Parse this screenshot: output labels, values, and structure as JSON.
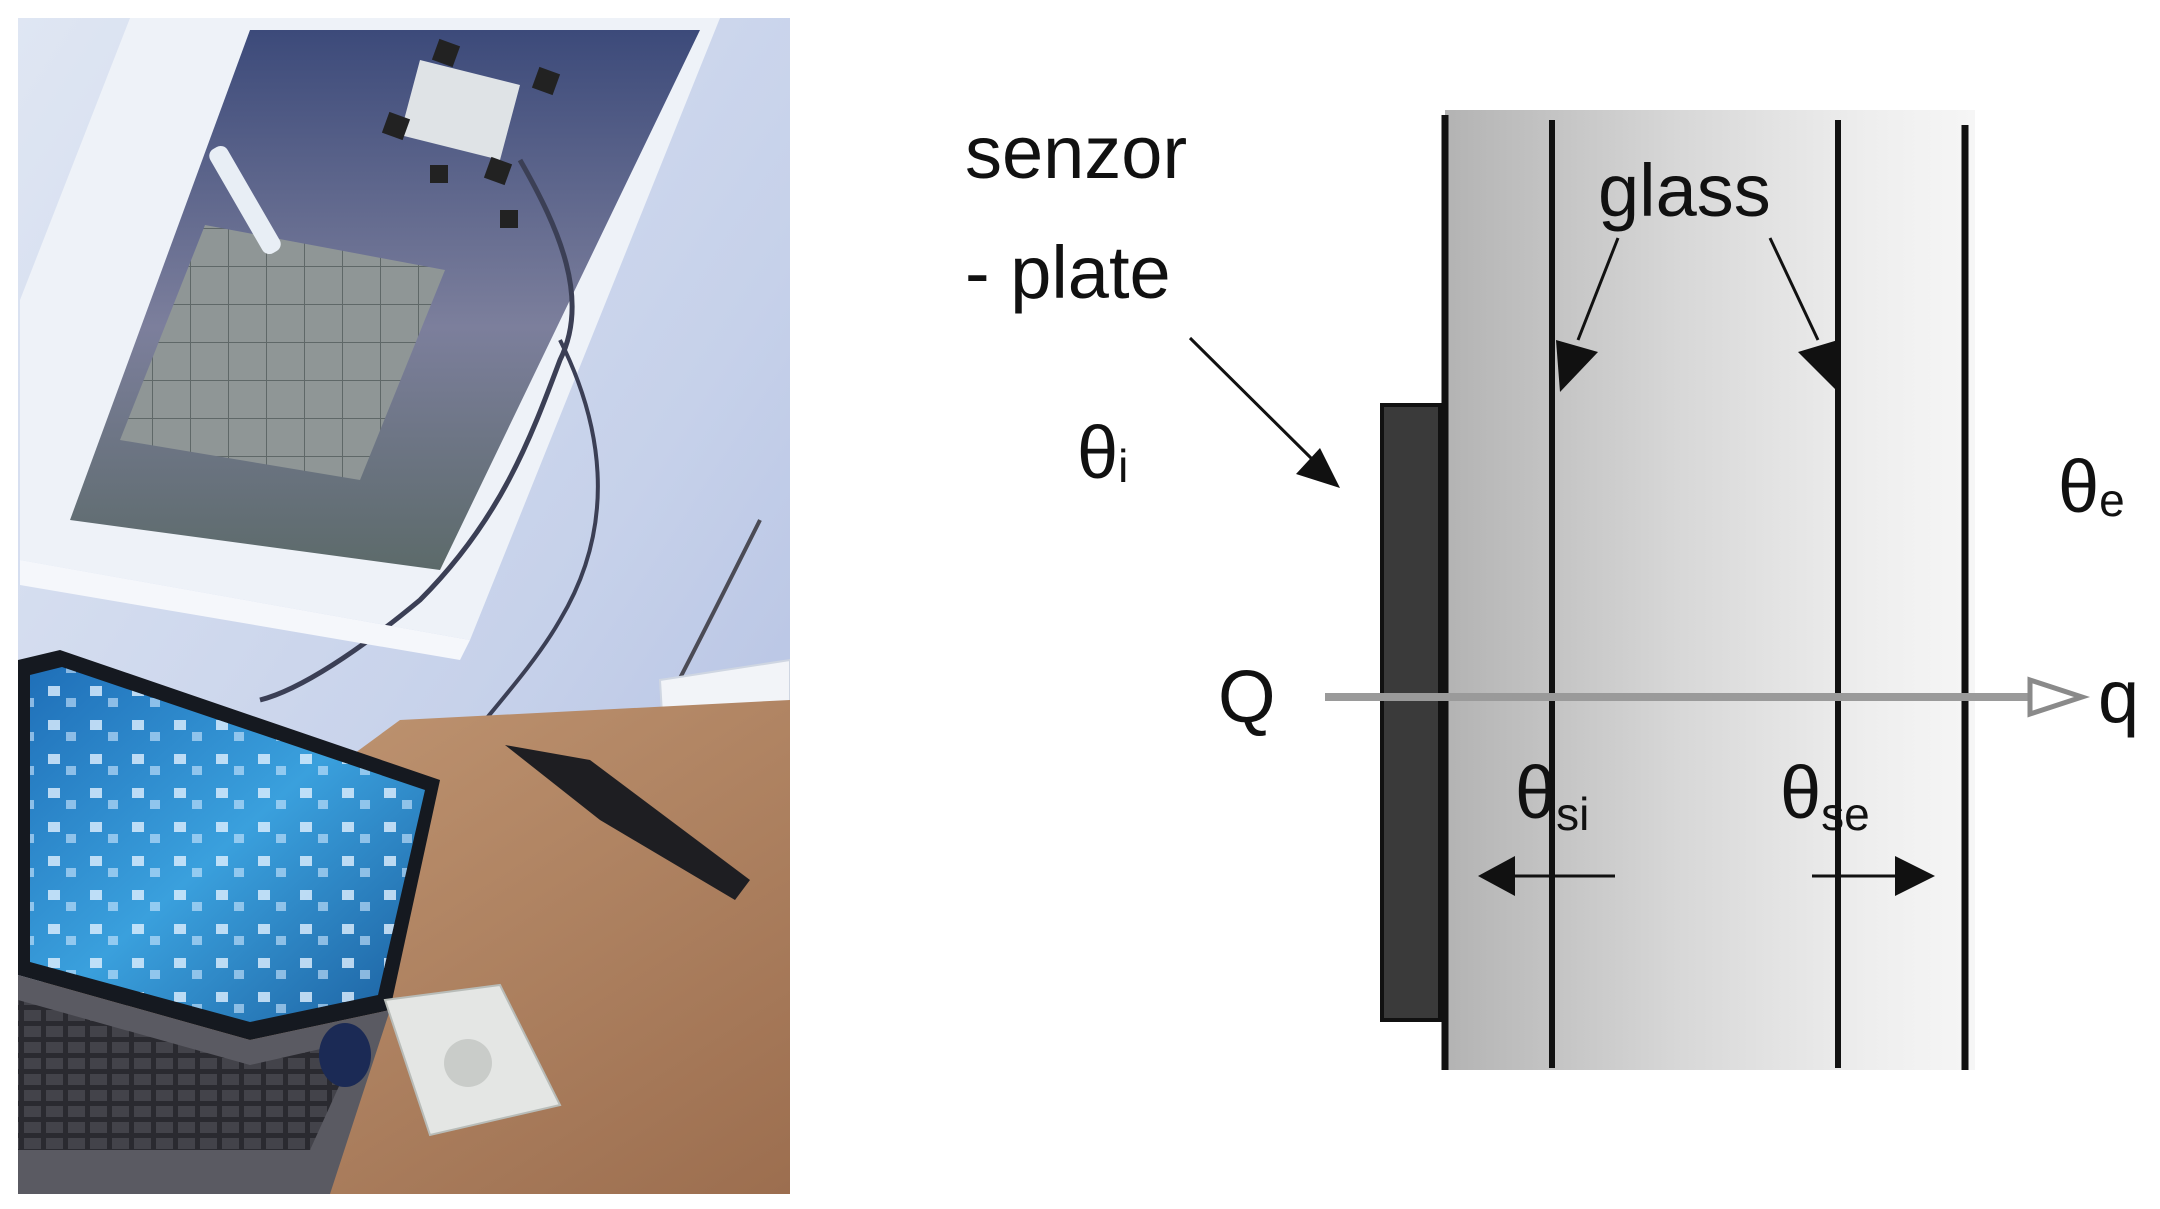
{
  "photo": {
    "subject": "measurement-setup-photo",
    "screen_color": "#2f8fd0",
    "wall_color": "#c9d4ea",
    "window_frame_color": "#eef2f8",
    "sky_color": "#41507e",
    "desk_color": "#b5835d"
  },
  "diagram": {
    "sensor_label_line1": "senzor",
    "sensor_label_line2": "- plate",
    "glass_label": "glass",
    "theta_i": {
      "symbol": "θ",
      "sub": "i"
    },
    "theta_e": {
      "symbol": "θ",
      "sub": "e"
    },
    "theta_si": {
      "symbol": "θ",
      "sub": "si"
    },
    "theta_se": {
      "symbol": "θ",
      "sub": "se"
    },
    "q_in": "Q",
    "q_out": "q",
    "colors": {
      "line": "#111111",
      "sensor_plate": "#3a3a3a",
      "glass_fill_dark": "#b8b8b8",
      "glass_fill_light": "#f4f4f4",
      "heat_arrow": "#9a9a9a"
    }
  }
}
